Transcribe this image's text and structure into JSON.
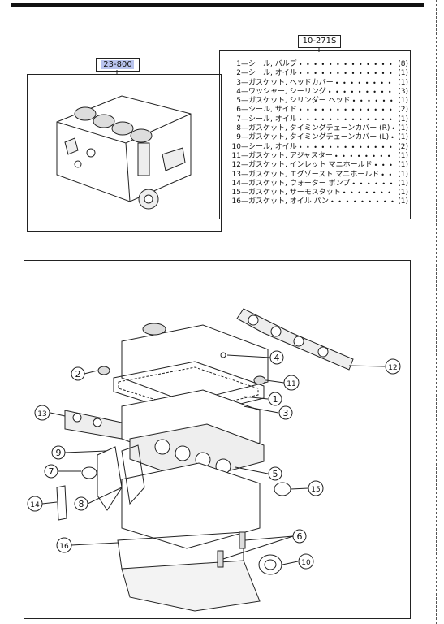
{
  "header_ref": "10-271S",
  "assembly_ref": "23-800",
  "parts": [
    {
      "num": "1",
      "name": "シール, バルブ",
      "qty": "(8)"
    },
    {
      "num": "2",
      "name": "シール, オイル",
      "qty": "(1)"
    },
    {
      "num": "3",
      "name": "ガスケット, ヘッドカバー",
      "qty": "(1)"
    },
    {
      "num": "4",
      "name": "ワッシャー, シーリング",
      "qty": "(3)"
    },
    {
      "num": "5",
      "name": "ガスケット, シリンダー ヘッド",
      "qty": "(1)"
    },
    {
      "num": "6",
      "name": "シール, サイド",
      "qty": "(2)"
    },
    {
      "num": "7",
      "name": "シール, オイル",
      "qty": "(1)"
    },
    {
      "num": "8",
      "name": "ガスケット, タイミングチェーンカバー (R)",
      "qty": "(1)"
    },
    {
      "num": "9",
      "name": "ガスケット, タイミングチェーンカバー (L)",
      "qty": "(1)"
    },
    {
      "num": "10",
      "name": "シール, オイル",
      "qty": "(2)"
    },
    {
      "num": "11",
      "name": "ガスケット, アジャスター",
      "qty": "(1)"
    },
    {
      "num": "12",
      "name": "ガスケット, インレット マニホールド",
      "qty": "(1)"
    },
    {
      "num": "13",
      "name": "ガスケット, エグゾースト マニホールド",
      "qty": "(1)"
    },
    {
      "num": "14",
      "name": "ガスケット, ウォーター ポンプ",
      "qty": "(1)"
    },
    {
      "num": "15",
      "name": "ガスケット, サーモスタット",
      "qty": "(1)"
    },
    {
      "num": "16",
      "name": "ガスケット, オイル パン",
      "qty": "(1)"
    }
  ],
  "callouts": [
    "1",
    "2",
    "3",
    "4",
    "5",
    "6",
    "7",
    "8",
    "9",
    "10",
    "11",
    "12",
    "13",
    "14",
    "15",
    "16"
  ],
  "colors": {
    "highlight": "#b9c4ee",
    "ink": "#111111"
  }
}
